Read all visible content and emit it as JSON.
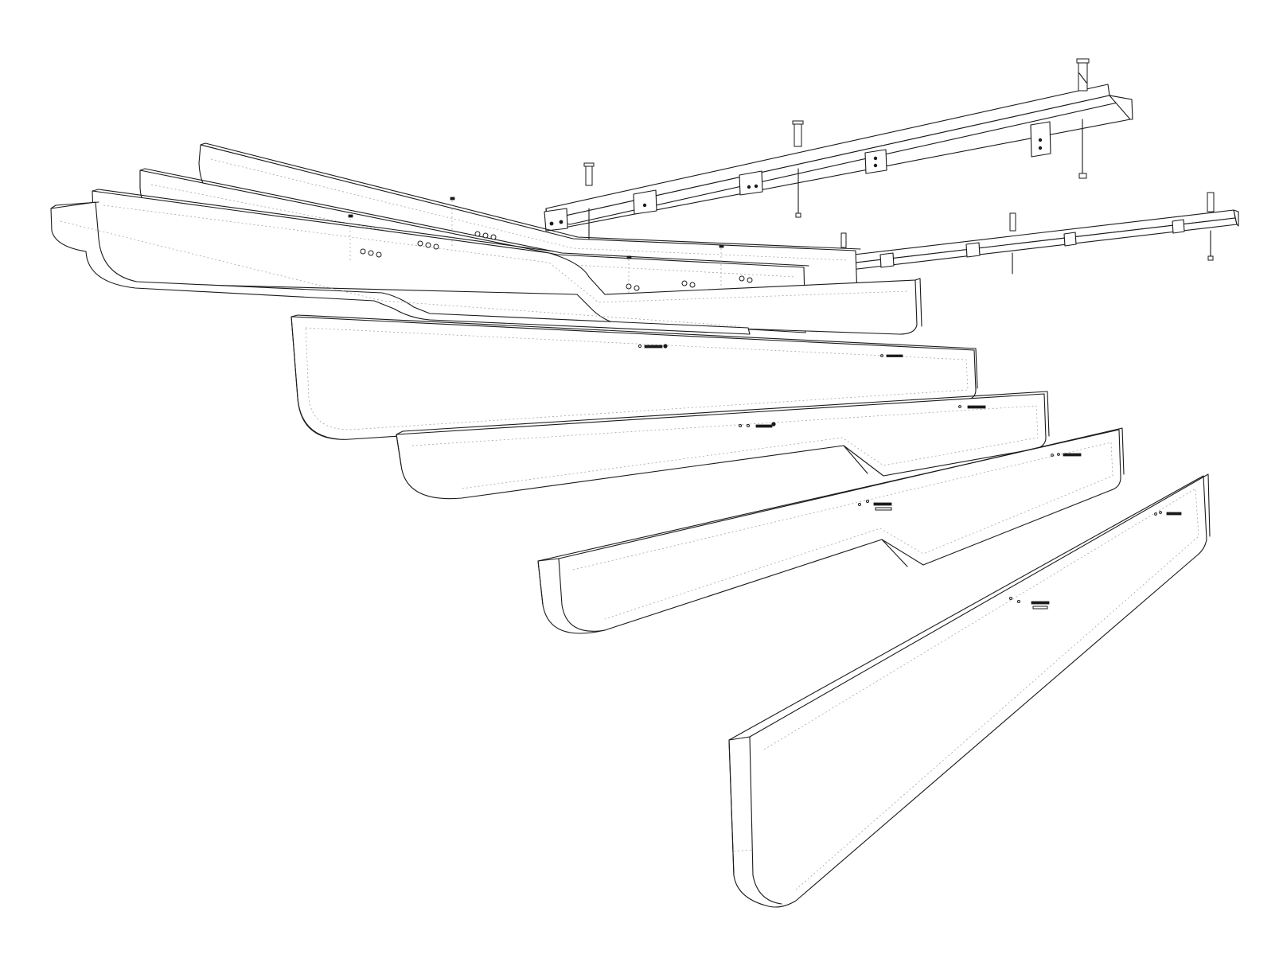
{
  "colors": {
    "background": "#ffffff",
    "line": "#1a1a1a",
    "hidden_line": "#9a9a9a"
  },
  "parts": [
    "upper-rail",
    "lower-rail",
    "assembled-slat-stack",
    "exploded-slat-1",
    "exploded-slat-2",
    "exploded-slat-3",
    "exploded-slat-4"
  ]
}
